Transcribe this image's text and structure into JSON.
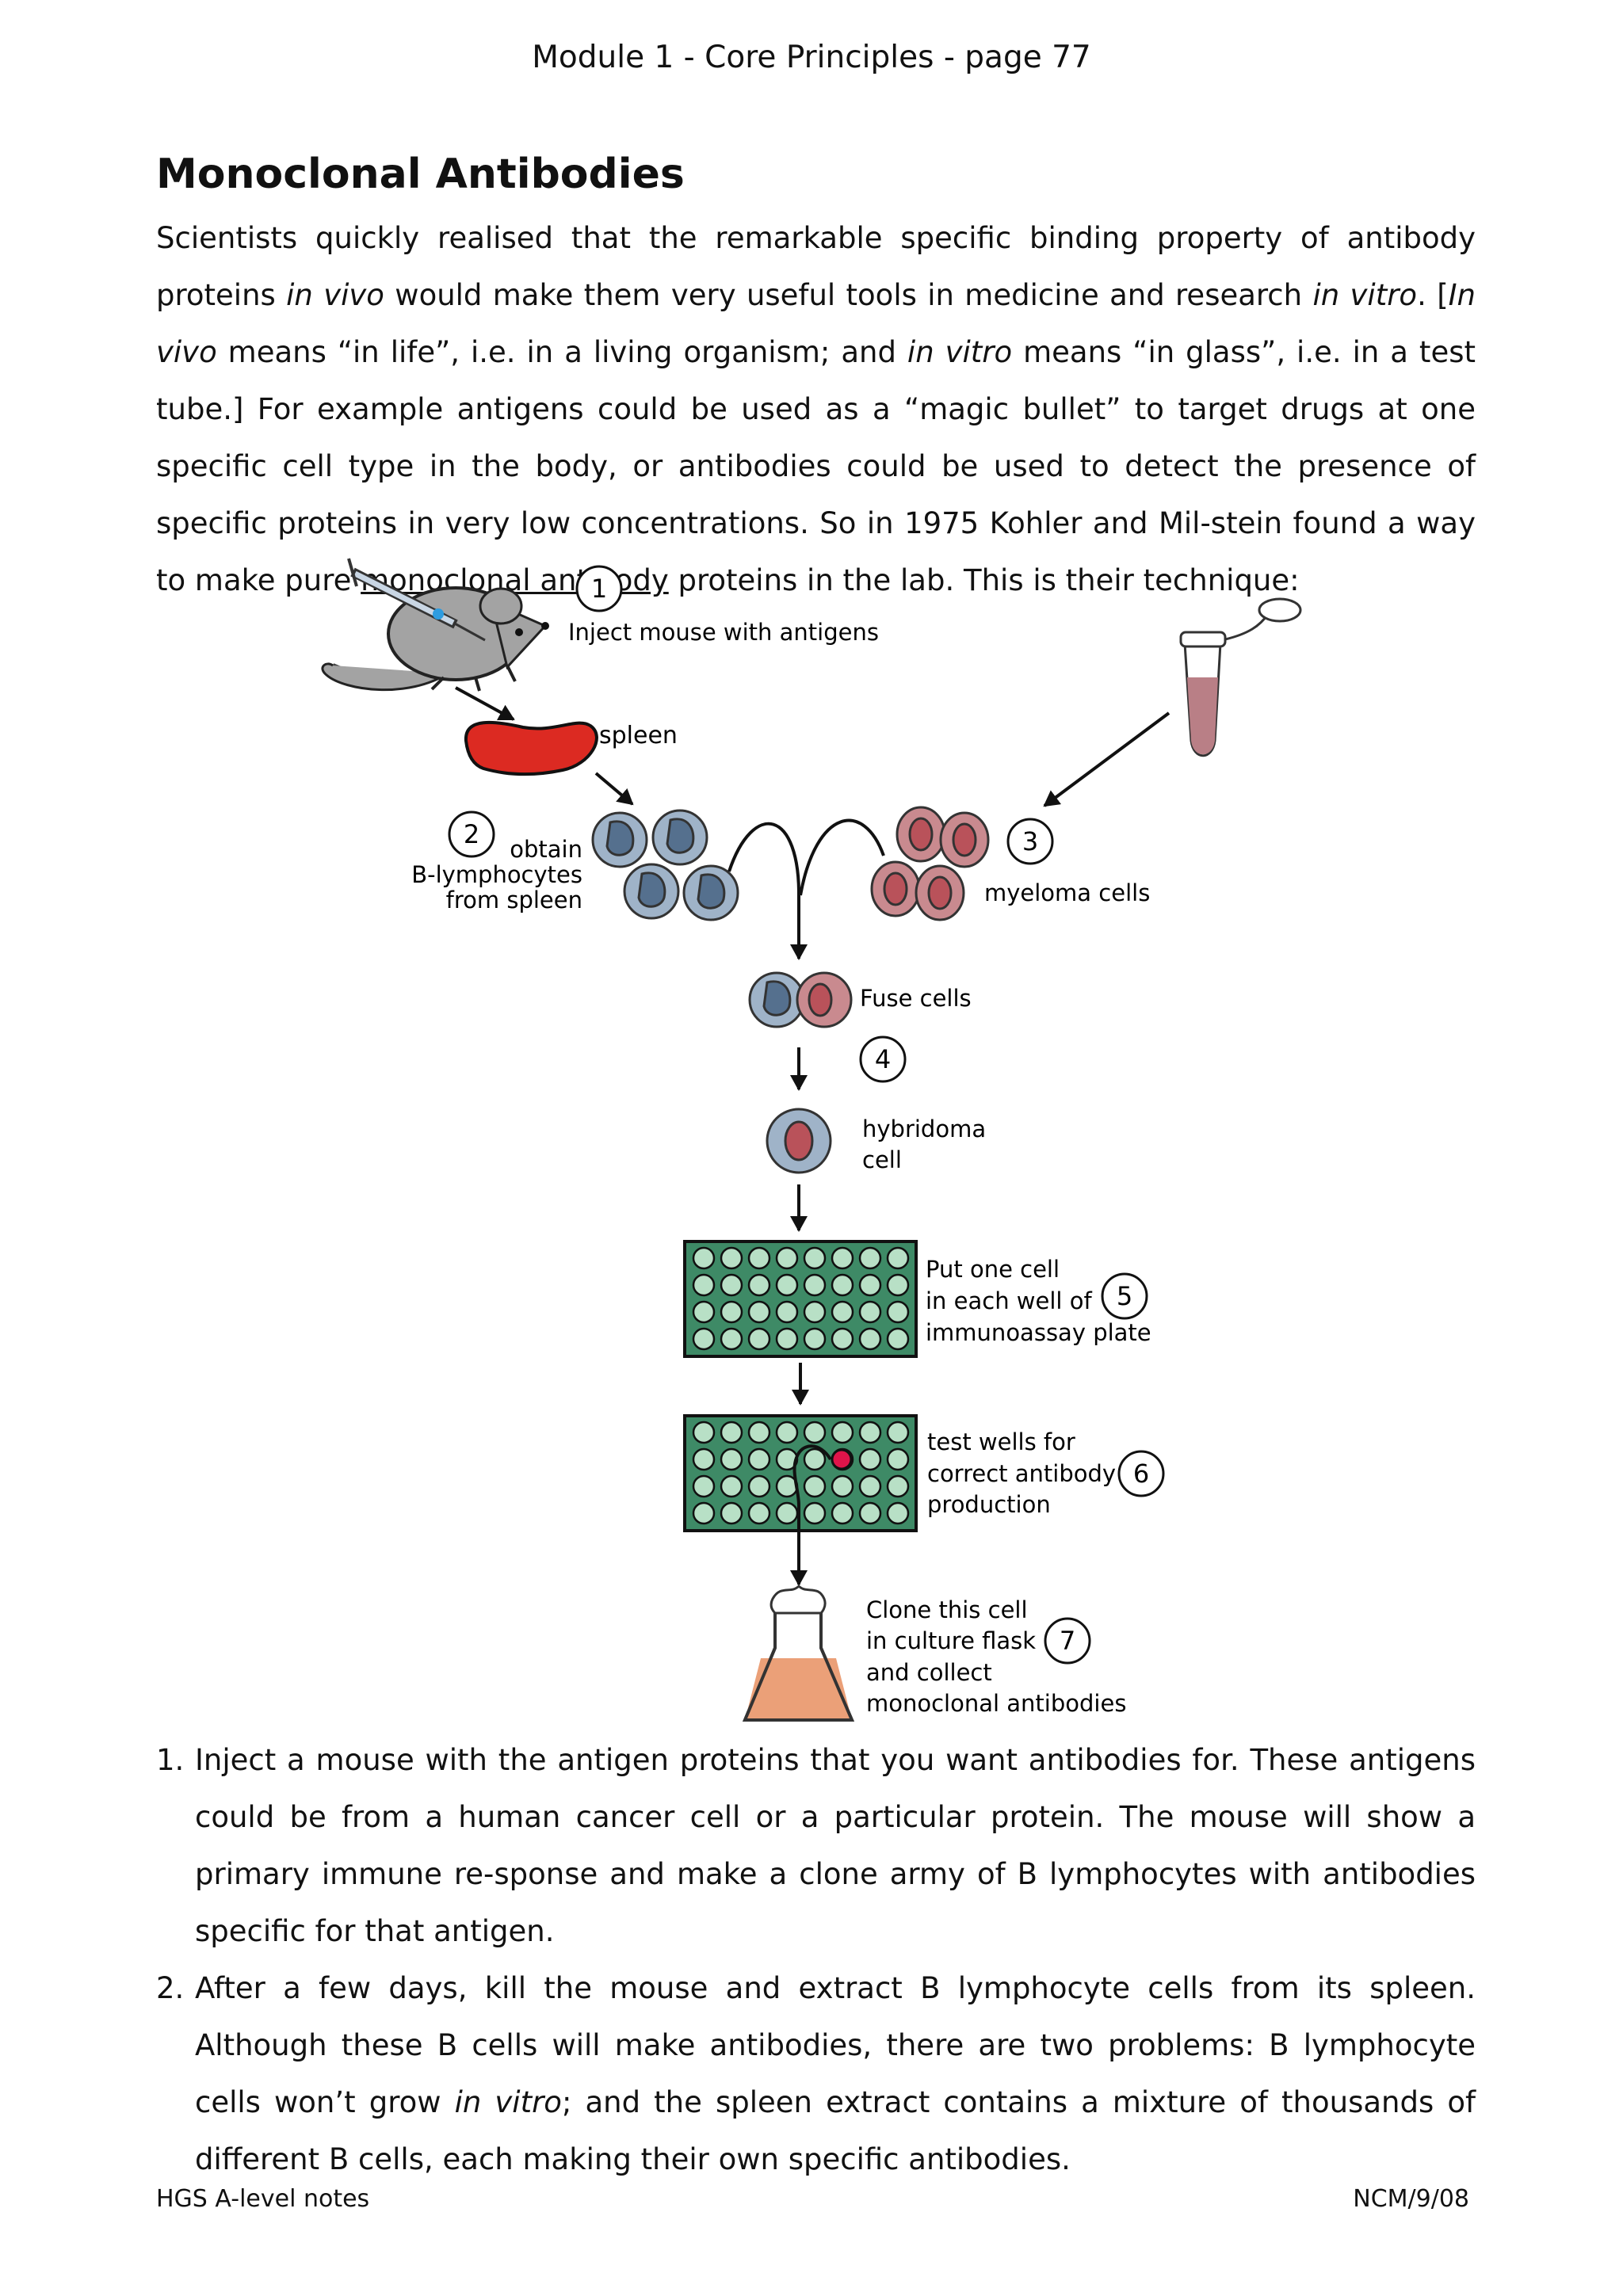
{
  "header": "Module 1 - Core Principles - page 77",
  "title": "Monoclonal Antibodies",
  "intro": {
    "p1": "Scientists quickly realised that the remarkable specific binding property of antibody proteins ",
    "i1": "in vivo",
    "p2": " would make them very useful tools in medicine and research ",
    "i2": "in vitro",
    "p3": ". [",
    "i3": "In vivo",
    "p4": " means “in life”, i.e. in a living organism; and ",
    "i4": "in vitro",
    "p5": " means “in glass”, i.e. in a test tube.] For example antigens could be used as a “magic bullet” to target drugs at one specific cell type in the body, or antibodies could be used to detect the presence of specific proteins in very low concentrations. So in 1975 Kohler and Mil-stein found a way to make pure ",
    "u1": "monoclonal antibody",
    "p6": " proteins in the lab. This is their technique:"
  },
  "diagram": {
    "step_numbers": [
      "1",
      "2",
      "3",
      "4",
      "5",
      "6",
      "7"
    ],
    "inject_label": "Inject mouse with antigens",
    "spleen_label": "spleen",
    "blymph_label": [
      "obtain",
      "B-lymphocytes",
      "from spleen"
    ],
    "myeloma_label": "myeloma cells",
    "fuse_label": "Fuse cells",
    "hybridoma_label": [
      "hybridoma",
      "cell"
    ],
    "plate_label": [
      "Put one cell",
      "in each well of",
      "immunoassay plate"
    ],
    "test_label": [
      "test wells for",
      "correct antibody",
      "production"
    ],
    "clone_label": [
      "Clone this cell",
      "in culture flask",
      "and collect",
      "monoclonal antibodies"
    ],
    "colors": {
      "spleen": "#dc2a22",
      "b_cell_outer": "#9fb3c8",
      "b_cell_nucleus": "#55708e",
      "myeloma_outer": "#c98a8f",
      "myeloma_nucleus": "#b9525a",
      "plate": "#3e8a66",
      "well": "#b8e0c6",
      "positive_well": "#e0144a",
      "flask_medium": "#eba078",
      "tube_fluid": "#b97f86",
      "mouse": "#a3a3a3"
    }
  },
  "steps": [
    {
      "num": "1.",
      "text": "Inject a mouse with the antigen proteins that you want antibodies for. These antigens could be from a human cancer cell or a particular protein. The mouse will show a primary immune re-sponse and make a clone army of B lymphocytes with antibodies specific for that antigen."
    },
    {
      "num": "2.",
      "t1": "After a few days, kill the mouse and extract B lymphocyte cells from its spleen. Although these B cells will make antibodies, there are two problems: B lymphocyte cells won’t grow ",
      "i1": "in vitro",
      "t2": "; and the spleen extract contains a mixture of thousands of different B cells, each making their own specific antibodies."
    }
  ],
  "footer": {
    "left": "HGS A-level notes",
    "right": "NCM/9/08"
  }
}
